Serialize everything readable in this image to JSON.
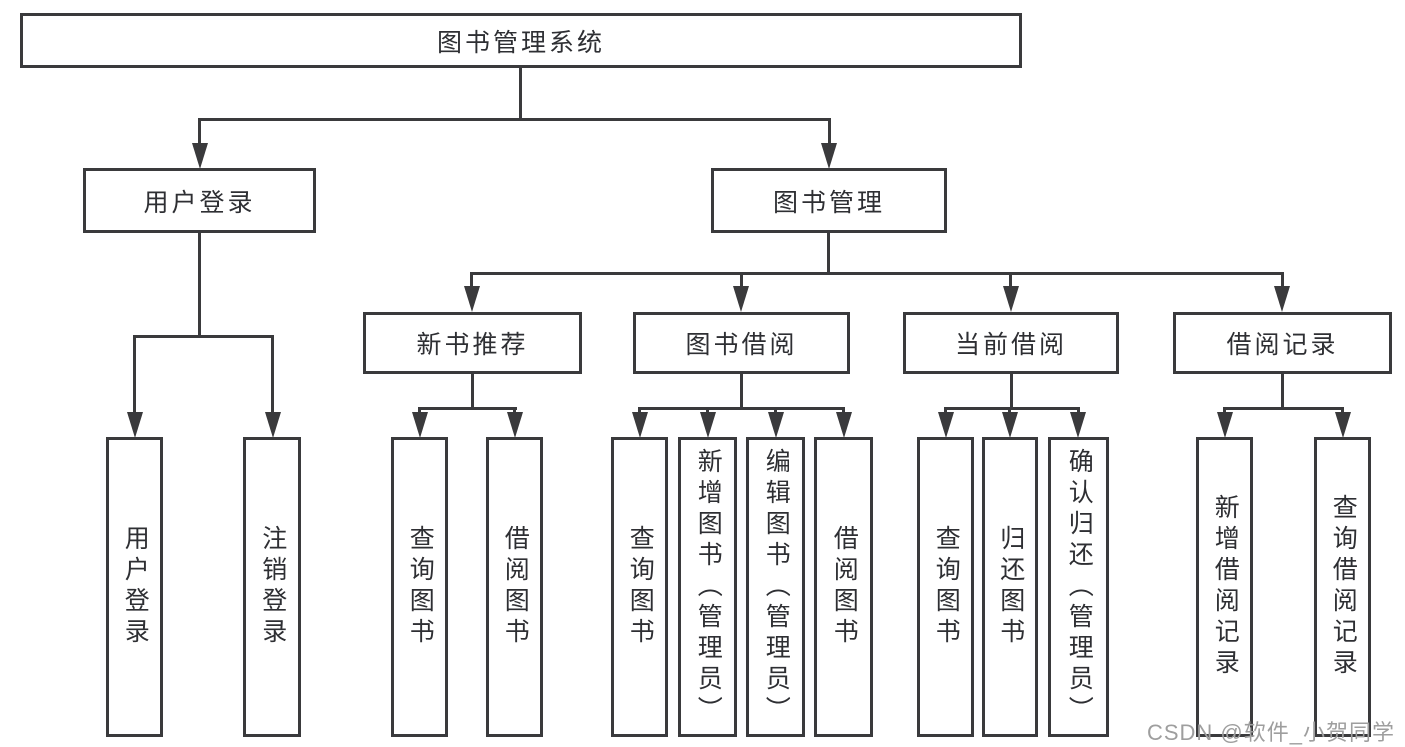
{
  "colors": {
    "line": "#3a3a3c",
    "text": "#2e2f33",
    "watermark": "#9e9e9e",
    "background": "#ffffff"
  },
  "watermark": {
    "text": "CSDN @软件_小贺同学"
  },
  "tree": {
    "label": "图书管理系统",
    "children": [
      {
        "label": "用户登录",
        "children": [
          {
            "label": "用户登录"
          },
          {
            "label": "注销登录"
          }
        ]
      },
      {
        "label": "图书管理",
        "children": [
          {
            "label": "新书推荐",
            "children": [
              {
                "label": "查询图书"
              },
              {
                "label": "借阅图书"
              }
            ]
          },
          {
            "label": "图书借阅",
            "children": [
              {
                "label": "查询图书"
              },
              {
                "label": "新增图书（管理员）"
              },
              {
                "label": "编辑图书（管理员）"
              },
              {
                "label": "借阅图书"
              }
            ]
          },
          {
            "label": "当前借阅",
            "children": [
              {
                "label": "查询图书"
              },
              {
                "label": "归还图书"
              },
              {
                "label": "确认归还（管理员）"
              }
            ]
          },
          {
            "label": "借阅记录",
            "children": [
              {
                "label": "新增借阅记录"
              },
              {
                "label": "查询借阅记录"
              }
            ]
          }
        ]
      }
    ]
  }
}
